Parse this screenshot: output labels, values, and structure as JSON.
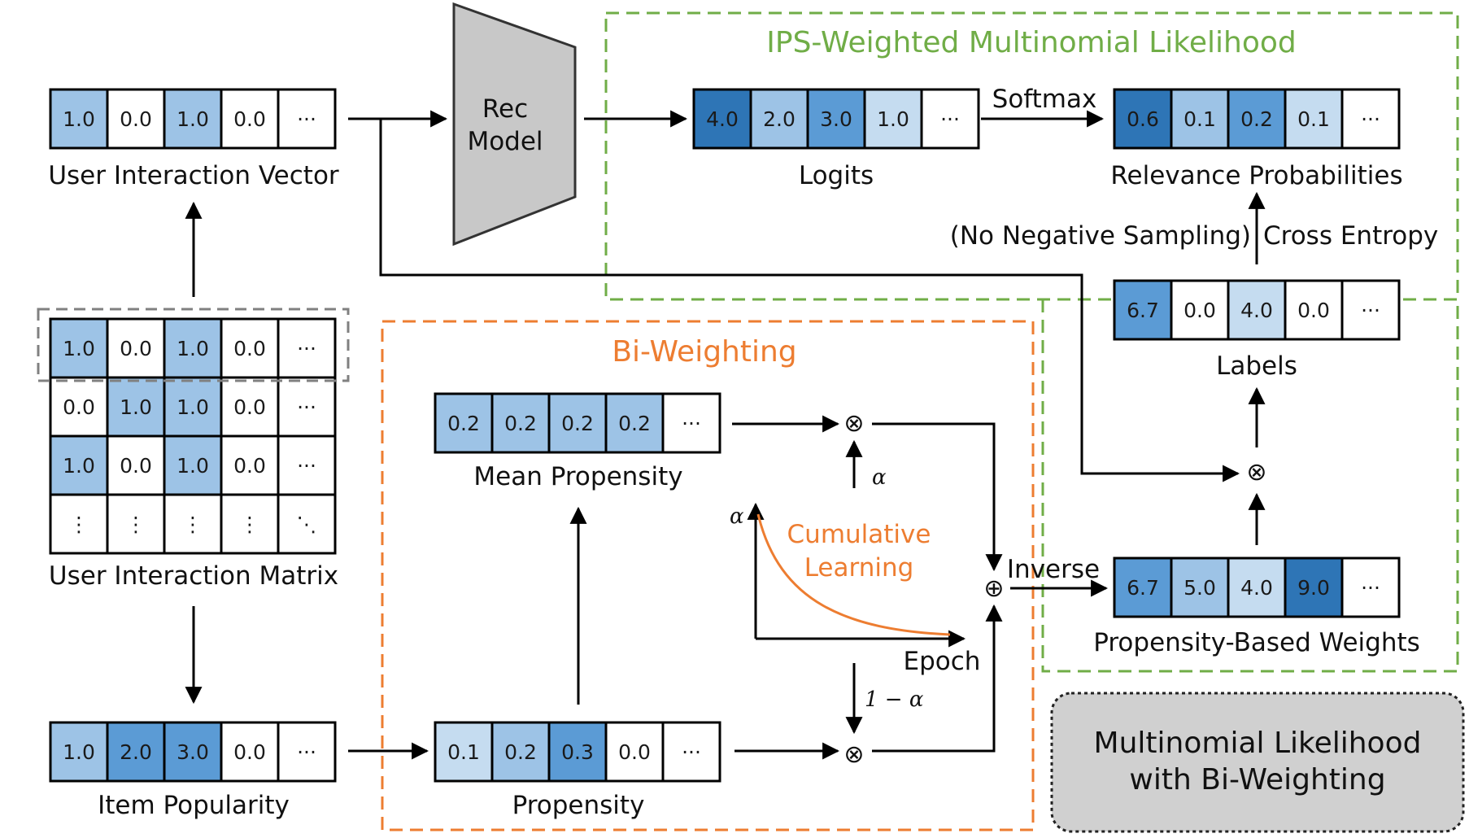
{
  "colors": {
    "light": "#c5dcf0",
    "mid": "#9dc3e6",
    "strong": "#5b9bd5",
    "dark": "#2e75b6",
    "white": "#ffffff",
    "green_dash": "#70ad47",
    "orange_dash": "#ed7d31",
    "gray_model": "#c8c8c8",
    "summary_bg": "#d0d0d0"
  },
  "regions": {
    "ips_title": "IPS-Weighted Multinomial Likelihood",
    "bi_title": "Bi-Weighting"
  },
  "model": {
    "label_line1": "Rec",
    "label_line2": "Model"
  },
  "vectors": {
    "user_interaction": {
      "label": "User Interaction Vector",
      "cells": [
        "1.0",
        "0.0",
        "1.0",
        "0.0",
        "···"
      ],
      "shades": [
        "mid",
        "white",
        "mid",
        "white",
        "white"
      ]
    },
    "logits": {
      "label": "Logits",
      "cells": [
        "4.0",
        "2.0",
        "3.0",
        "1.0",
        "···"
      ],
      "shades": [
        "dark",
        "mid",
        "strong",
        "light",
        "white"
      ]
    },
    "relevance": {
      "label": "Relevance Probabilities",
      "cells": [
        "0.6",
        "0.1",
        "0.2",
        "0.1",
        "···"
      ],
      "shades": [
        "dark",
        "mid",
        "strong",
        "light",
        "white"
      ]
    },
    "labels": {
      "label": "Labels",
      "cells": [
        "6.7",
        "0.0",
        "4.0",
        "0.0",
        "···"
      ],
      "shades": [
        "strong",
        "white",
        "light",
        "white",
        "white"
      ]
    },
    "mean_propensity": {
      "label": "Mean Propensity",
      "cells": [
        "0.2",
        "0.2",
        "0.2",
        "0.2",
        "···"
      ],
      "shades": [
        "mid",
        "mid",
        "mid",
        "mid",
        "white"
      ]
    },
    "propensity": {
      "label": "Propensity",
      "cells": [
        "0.1",
        "0.2",
        "0.3",
        "0.0",
        "···"
      ],
      "shades": [
        "light",
        "mid",
        "strong",
        "white",
        "white"
      ]
    },
    "item_popularity": {
      "label": "Item Popularity",
      "cells": [
        "1.0",
        "2.0",
        "3.0",
        "0.0",
        "···"
      ],
      "shades": [
        "mid",
        "strong",
        "strong",
        "white",
        "white"
      ]
    },
    "propensity_weights": {
      "label": "Propensity-Based Weights",
      "cells": [
        "6.7",
        "5.0",
        "4.0",
        "9.0",
        "···"
      ],
      "shades": [
        "strong",
        "mid",
        "light",
        "dark",
        "white"
      ]
    }
  },
  "matrix": {
    "label": "User Interaction Matrix",
    "rows": [
      {
        "cells": [
          "1.0",
          "0.0",
          "1.0",
          "0.0",
          "···"
        ],
        "shades": [
          "mid",
          "white",
          "mid",
          "white",
          "white"
        ]
      },
      {
        "cells": [
          "0.0",
          "1.0",
          "1.0",
          "0.0",
          "···"
        ],
        "shades": [
          "white",
          "mid",
          "mid",
          "white",
          "white"
        ]
      },
      {
        "cells": [
          "1.0",
          "0.0",
          "1.0",
          "0.0",
          "···"
        ],
        "shades": [
          "mid",
          "white",
          "mid",
          "white",
          "white"
        ]
      },
      {
        "cells": [
          "⋮",
          "⋮",
          "⋮",
          "⋮",
          "⋱"
        ],
        "shades": [
          "white",
          "white",
          "white",
          "white",
          "white"
        ]
      }
    ]
  },
  "edges": {
    "softmax": "Softmax",
    "no_negative_sampling": "(No Negative Sampling)",
    "cross_entropy": "Cross Entropy",
    "inverse": "Inverse",
    "alpha": "α",
    "one_minus_alpha": "1 − α"
  },
  "operators": {
    "otimes": "⊗",
    "oplus": "⊕"
  },
  "schedule_plot": {
    "title_line1": "Cumulative",
    "title_line2": "Learning",
    "y_label": "α",
    "x_label": "Epoch"
  },
  "summary": {
    "line1": "Multinomial Likelihood",
    "line2": "with Bi-Weighting"
  }
}
